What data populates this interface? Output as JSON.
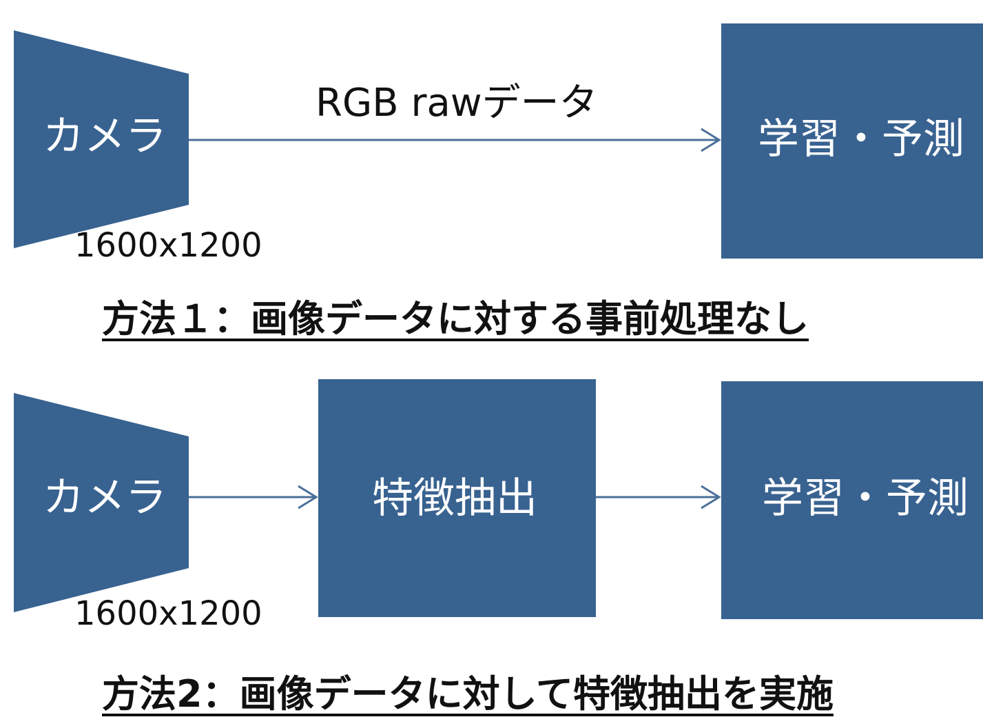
{
  "colors": {
    "node_fill": "#386290",
    "edge": "#4a6f99",
    "text_dark": "#111111",
    "text_light": "#ffffff"
  },
  "method1": {
    "camera_label": "カメラ",
    "resolution": "1600x1200",
    "edge_label": "RGB rawデータ",
    "learn_label": "学習・予測",
    "caption": "方法１：画像データに対する事前処理なし"
  },
  "method2": {
    "camera_label": "カメラ",
    "resolution": "1600x1200",
    "feature_label": "特徴抽出",
    "learn_label": "学習・予測",
    "caption": "方法2：画像データに対して特徴抽出を実施"
  }
}
